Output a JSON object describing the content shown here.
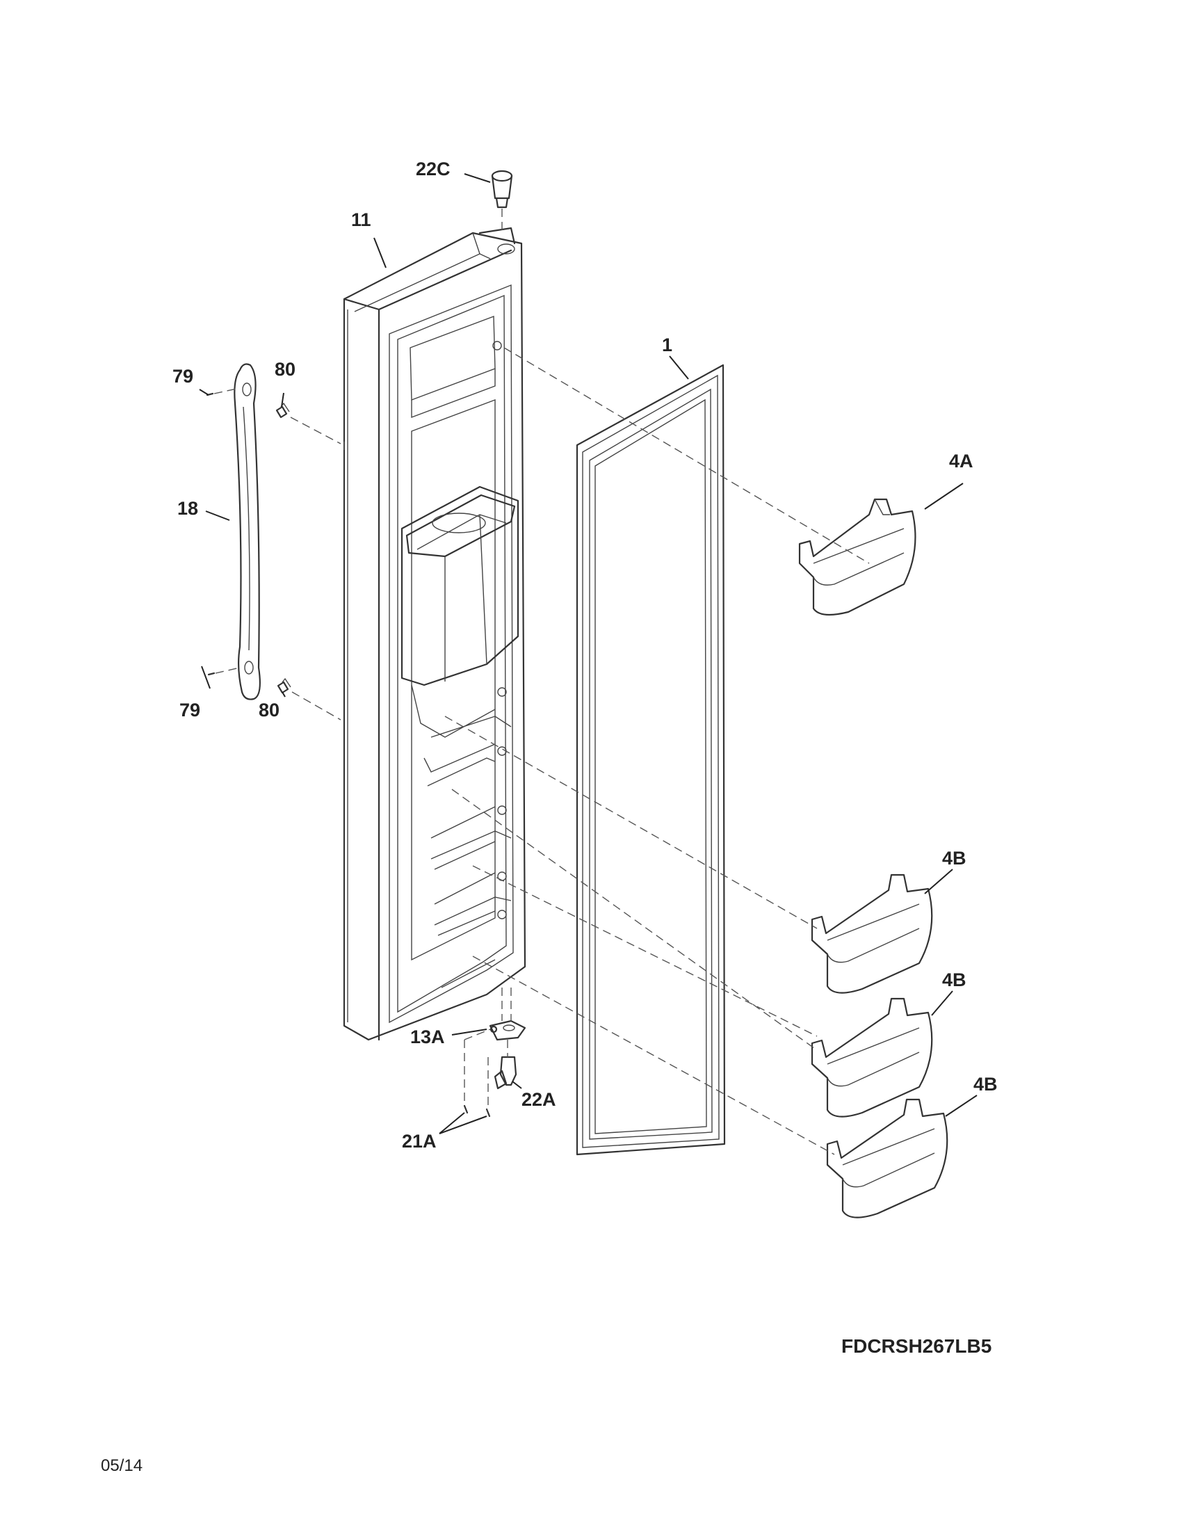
{
  "callouts": {
    "c22C": "22C",
    "c11": "11",
    "c1": "1",
    "c79_top": "79",
    "c80_top": "80",
    "c18": "18",
    "c4A": "4A",
    "c79_bottom": "79",
    "c80_bottom": "80",
    "c4B_1": "4B",
    "c4B_2": "4B",
    "c4B_3": "4B",
    "c13A": "13A",
    "c22A": "22A",
    "c21A": "21A"
  },
  "footer": {
    "model_number": "FDCRSH267LB5",
    "date": "05/14"
  },
  "parts": {
    "door": "door-assembly",
    "gasket": "door-gasket",
    "handle": "door-handle",
    "bin_upper": "door-bin-4a",
    "bins_lower": "door-bin-4b",
    "hinge": "hinge-bracket-13a",
    "pin_bottom": "hinge-pin-22a",
    "pin_top": "hinge-bushing-22c",
    "screws": "screw-21a"
  }
}
